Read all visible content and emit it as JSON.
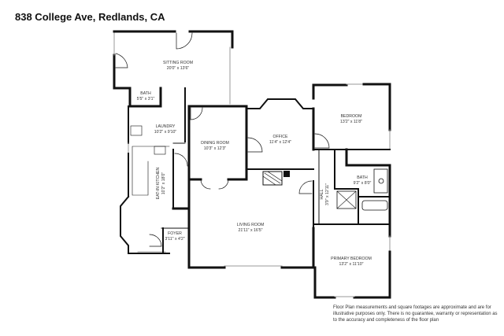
{
  "title": "838 College Ave, Redlands, CA",
  "rooms": {
    "sitting_room": {
      "name": "SITTING ROOM",
      "dims": "20'0\" x 13'6\""
    },
    "bath_small": {
      "name": "BATH",
      "dims": "5'5\" x 3'1\""
    },
    "laundry": {
      "name": "LAUNDRY",
      "dims": "10'2\" x 9'10\""
    },
    "dining_room": {
      "name": "DINING ROOM",
      "dims": "10'3\" x 12'3\""
    },
    "office": {
      "name": "OFFICE",
      "dims": "11'4\" x 12'4\""
    },
    "bedroom": {
      "name": "BEDROOM",
      "dims": "13'2\" x 11'8\""
    },
    "eat_in_kitchen": {
      "name": "EAT-IN KITCHEN",
      "dims": "10'2\" x 18'0\""
    },
    "living_room": {
      "name": "LIVING ROOM",
      "dims": "21'11\" x 16'5\""
    },
    "hall": {
      "name": "HALL",
      "dims": "3'9\" x 12'11\""
    },
    "bath_main": {
      "name": "BATH",
      "dims": "9'2\" x 8'0\""
    },
    "foyer": {
      "name": "FOYER",
      "dims": "3'11\" x 4'2\""
    },
    "primary_bedroom": {
      "name": "PRIMARY BEDROOM",
      "dims": "13'2\" x 11'10\""
    }
  },
  "disclaimer": "Floor Plan measurements and square footages are approximate and are for illustrative purposes only. There is no guarantee, warranty or representation as to the accuracy and completeness of the floor plan"
}
